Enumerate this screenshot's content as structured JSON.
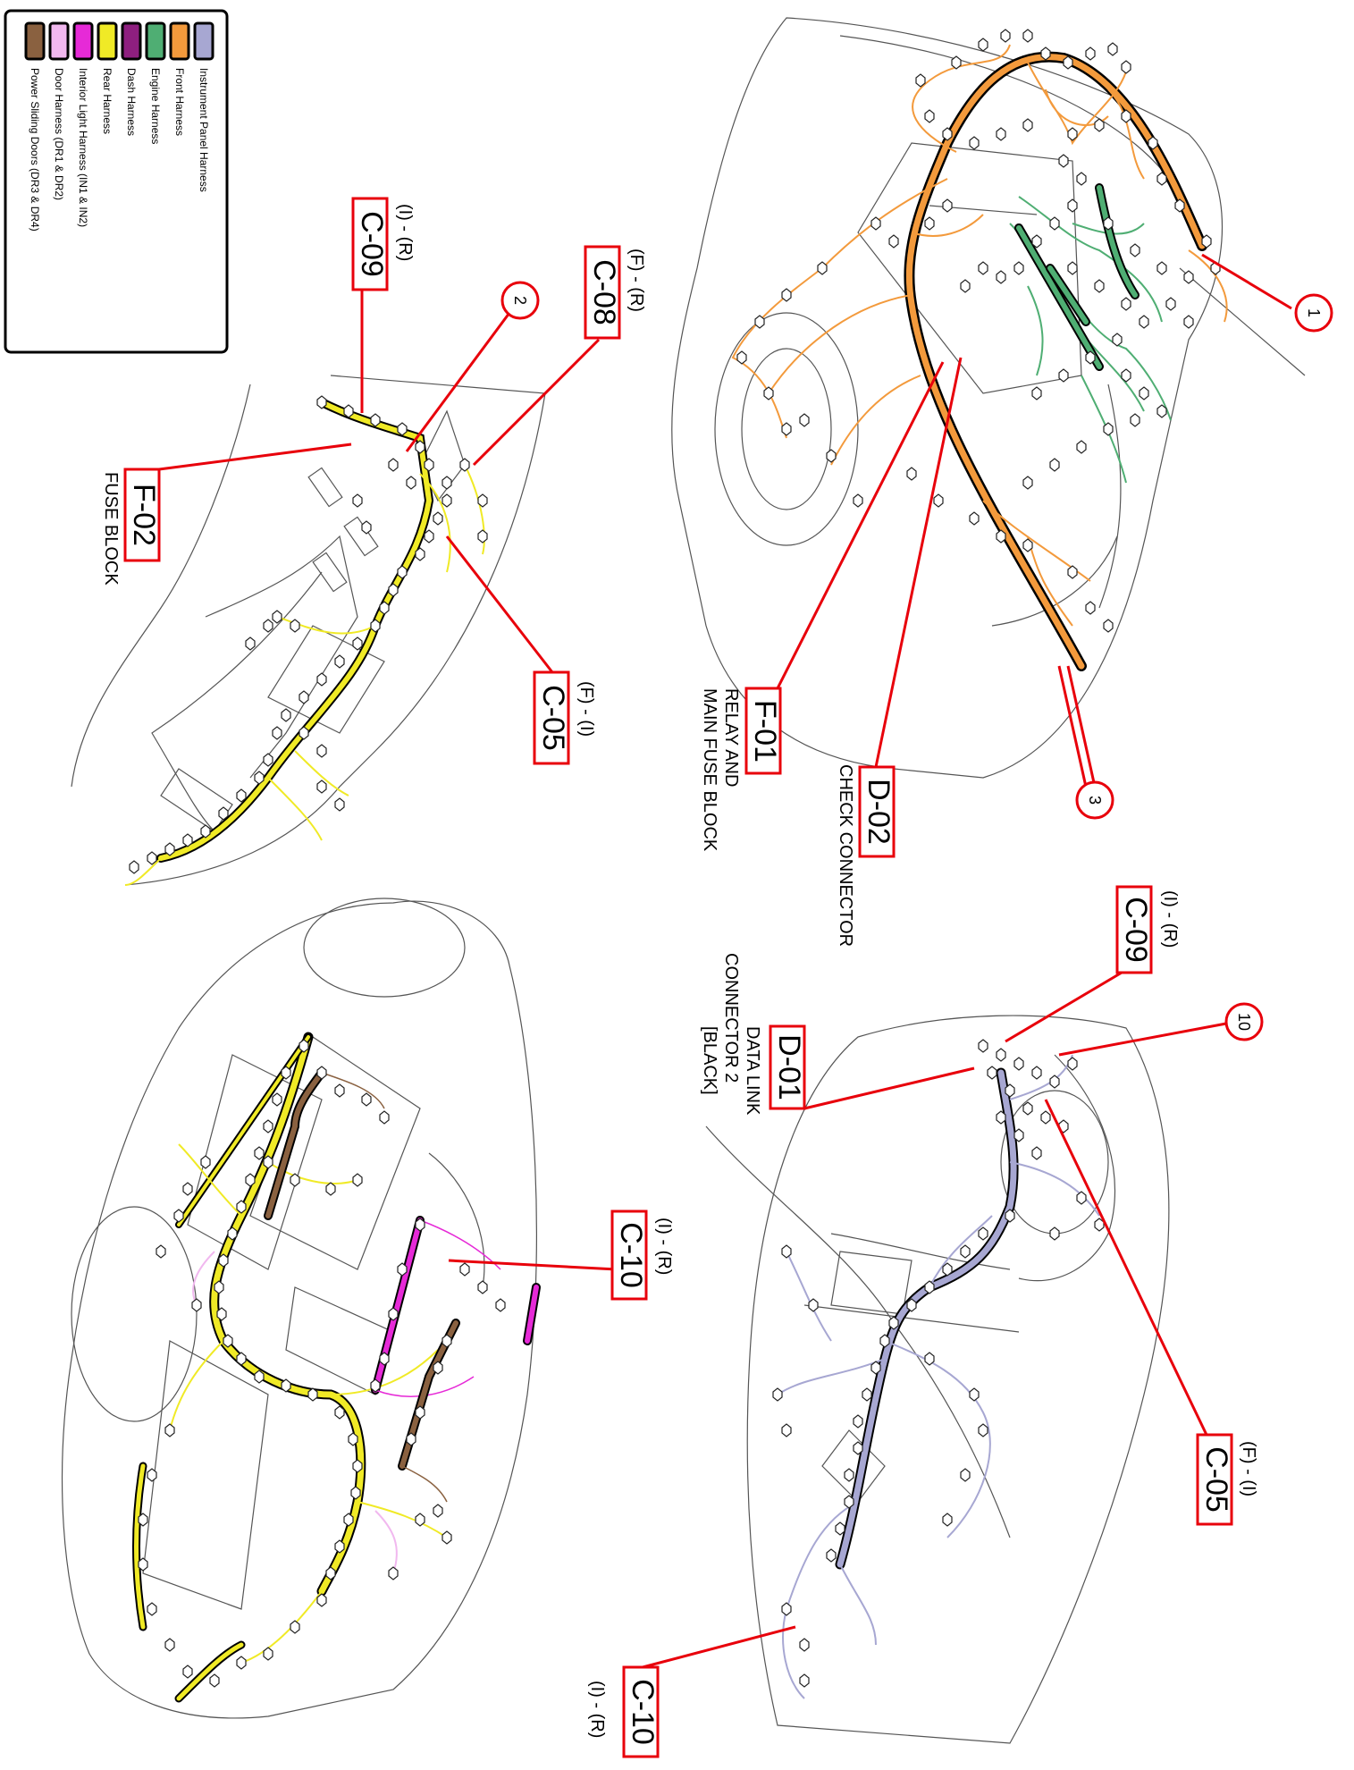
{
  "legend": {
    "items": [
      {
        "label": "Instrument Panel Harness",
        "color": "#a7a7d2"
      },
      {
        "label": "Front Harness",
        "color": "#f39a3c"
      },
      {
        "label": "Engine Harness",
        "color": "#4fae73"
      },
      {
        "label": "Dash Harness",
        "color": "#8e1f7f"
      },
      {
        "label": "Rear Harness",
        "color": "#f0ea26"
      },
      {
        "label": "Interior Light Harness (IN1 & IN2)",
        "color": "#e62ad7"
      },
      {
        "label": "Door Harness (DR1 & DR2)",
        "color": "#f1b8ef"
      },
      {
        "label": "Power Sliding Doors (DR3 & DR4)",
        "color": "#8a6140"
      }
    ]
  },
  "callouts": {
    "c1": "1",
    "c2": "2",
    "c3": "3",
    "c10": "10"
  },
  "engine_view": {
    "f01": {
      "code": "F-01",
      "line1": "RELAY AND",
      "line2": "MAIN FUSE BLOCK"
    },
    "d02": {
      "code": "D-02",
      "line1": "CHECK CONNECTOR"
    }
  },
  "dash_view": {
    "c09": {
      "code": "C-09",
      "sub": "(I) - (R)"
    },
    "c08": {
      "code": "C-08",
      "sub": "(F) - (R)"
    },
    "c05": {
      "code": "C-05",
      "sub": "(F) - (I)"
    },
    "f02": {
      "code": "F-02",
      "line1": "FUSE BLOCK"
    }
  },
  "ip_view": {
    "c09": {
      "code": "C-09",
      "sub": "(I) - (R)"
    },
    "d01": {
      "code": "D-01",
      "line1": "DATA LINK",
      "line2": "CONNECTOR 2",
      "line3": "[BLACK]"
    },
    "c05": {
      "code": "C-05",
      "sub": "(F) - (I)"
    },
    "c10": {
      "code": "C-10",
      "sub": "(I) - (R)"
    }
  },
  "rear_view": {
    "c10": {
      "code": "C-10",
      "sub": "(I) - (R)"
    }
  }
}
